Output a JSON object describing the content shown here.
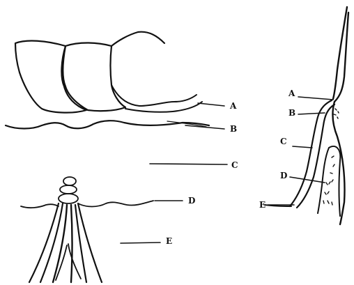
{
  "figure": {
    "ink_color": "#111111",
    "background": "#ffffff",
    "left_labels": [
      "A",
      "B",
      "C",
      "D",
      "E"
    ],
    "right_labels": [
      "A",
      "B",
      "C",
      "D",
      "E"
    ]
  }
}
